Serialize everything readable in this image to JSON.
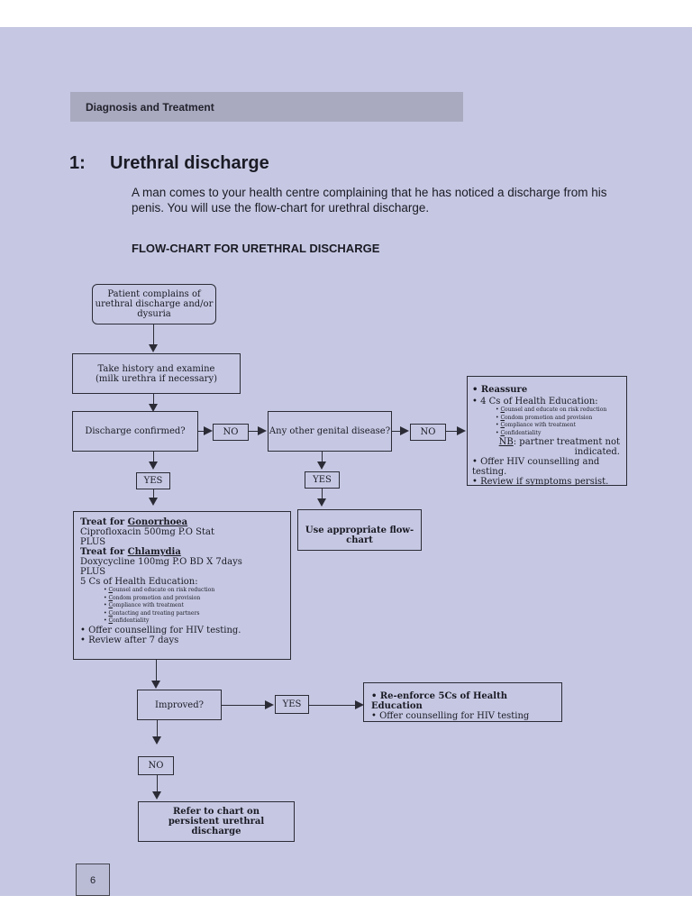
{
  "header_band": "Diagnosis and Treatment",
  "section": {
    "number": "1:",
    "title": "Urethral discharge"
  },
  "intro": "A man comes to your health centre complaining that he has noticed a discharge from his penis. You will use the flow-chart for urethral discharge.",
  "flowchart_heading": "FLOW-CHART FOR URETHRAL DISCHARGE",
  "nodes": {
    "start": "Patient complains of urethral discharge and/or dysuria",
    "history": "Take history and examine (milk urethra if necessary)",
    "discharge_q": "Discharge confirmed?",
    "no1": "NO",
    "genital_q": "Any other genital disease?",
    "no2": "NO",
    "yes1": "YES",
    "yes2": "YES",
    "appropriate": "Use appropriate flow-chart",
    "improved_q": "Improved?",
    "yes3": "YES",
    "no3": "NO",
    "refer": "Refer to chart on persistent urethral discharge"
  },
  "reassure_box": {
    "reassure": "Reassure",
    "four_cs": "4 Cs of Health Education:",
    "items": [
      {
        "first": "C",
        "rest": "ounsel and educate on risk reduction"
      },
      {
        "first": "C",
        "rest": "ondom promotion and provision"
      },
      {
        "first": "C",
        "rest": "ompliance with treatment"
      },
      {
        "first": "C",
        "rest": "onfidentiality"
      }
    ],
    "nb_label": "NB",
    "nb_text": ": partner treatment not indicated.",
    "hiv": "Offer HIV counselling and testing.",
    "review": "Review if symptoms persist."
  },
  "treatment_box": {
    "treat_gon_prefix": "Treat for ",
    "gonorrhoea": "Gonorrhoea",
    "cipro": "Ciprofloxacin 500mg P.O Stat",
    "plus1": "PLUS",
    "treat_chl_prefix": "Treat for ",
    "chlamydia": "Chlamydia",
    "doxy": "Doxycycline 100mg P.O BD X 7days",
    "plus2": "PLUS",
    "five_cs": "5 Cs of Health Education:",
    "items": [
      {
        "first": "C",
        "rest": "ounsel and educate on risk reduction"
      },
      {
        "first": "C",
        "rest": "ondom promotion and provision"
      },
      {
        "first": "C",
        "rest": "ompliance with treatment"
      },
      {
        "first": "C",
        "rest": "ontacting and treating partners"
      },
      {
        "first": "C",
        "rest": "onfidentiality"
      }
    ],
    "hiv": "Offer counselling for HIV testing.",
    "review": "Review after 7 days"
  },
  "reenforce_box": {
    "line1": "Re-enforce 5Cs of Health Education",
    "line2": "Offer counselling for HIV testing"
  },
  "page_number": "6"
}
